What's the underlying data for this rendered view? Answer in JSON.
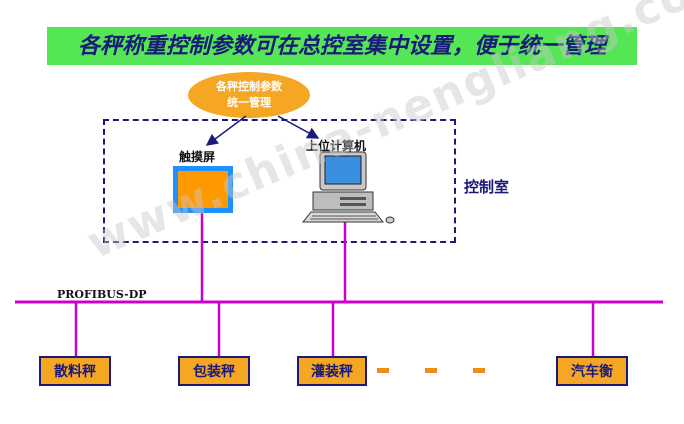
{
  "banner": {
    "text": "各秤称重控制参数可在总控室集中设置，便于统一管理"
  },
  "oval": {
    "line1": "各秤控制参数",
    "line2": "统一管理"
  },
  "control_room": {
    "label": "控制室"
  },
  "touch_screen": {
    "label": "触摸屏"
  },
  "computer": {
    "label": "上位计算机"
  },
  "bus": {
    "label": "PROFIBUS-DP"
  },
  "scales": [
    {
      "label": "散料秤"
    },
    {
      "label": "包装秤"
    },
    {
      "label": "灌装秤"
    },
    {
      "label": "汽车衡"
    }
  ],
  "watermark": {
    "text": "www.china-nengliang.com.cn"
  },
  "colors": {
    "bus": "#cc00cc",
    "arrow": "#1a1a7a",
    "banner_bg": "#55e655",
    "oval_bg": "#f5a623",
    "box_bg": "#f5a623"
  }
}
